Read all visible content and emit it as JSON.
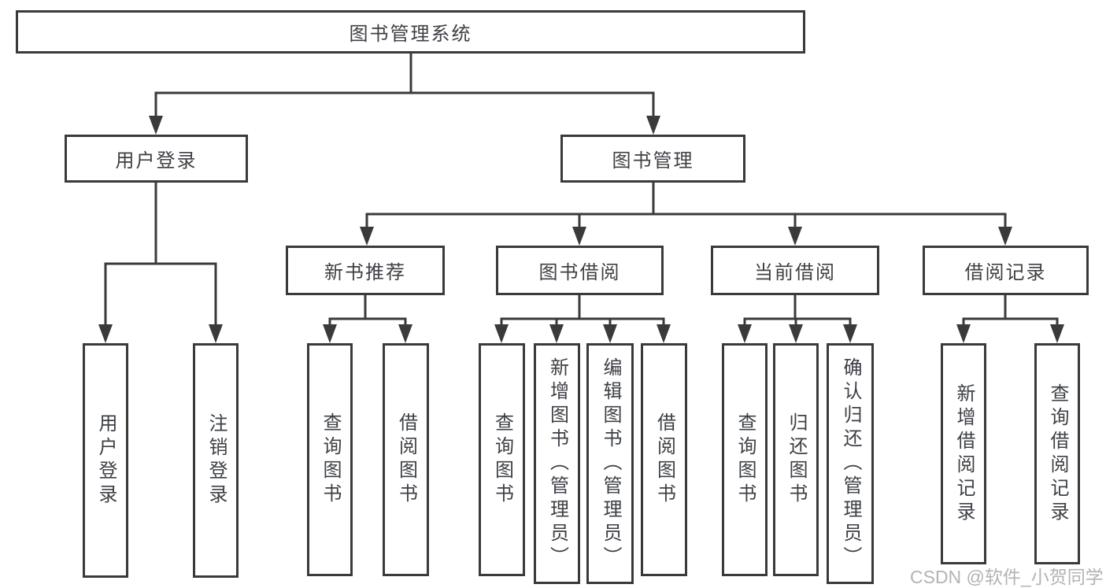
{
  "diagram": {
    "title": "图书管理系统",
    "level2": {
      "user_login": "用户登录",
      "book_management": "图书管理"
    },
    "level3": {
      "new_book": "新书推荐",
      "book_borrow": "图书借阅",
      "current_borrow": "当前借阅",
      "borrow_records": "借阅记录"
    },
    "leaves": {
      "user_login": [
        "用户登录",
        "注销登录"
      ],
      "new_book": [
        "查询图书",
        "借阅图书"
      ],
      "book_borrow": [
        "查询图书",
        "新增图书（管理员）",
        "编辑图书（管理员）",
        "借阅图书"
      ],
      "current_borrow": [
        "查询图书",
        "归还图书",
        "确认归还（管理员）"
      ],
      "borrow_records": [
        "新增借阅记录",
        "查询借阅记录"
      ]
    }
  },
  "watermark": "CSDN @软件_小贺同学",
  "colors": {
    "line": "#3a3a3a",
    "text": "#3d4045",
    "background": "#ffffff",
    "watermark": "#b3b3b3"
  }
}
